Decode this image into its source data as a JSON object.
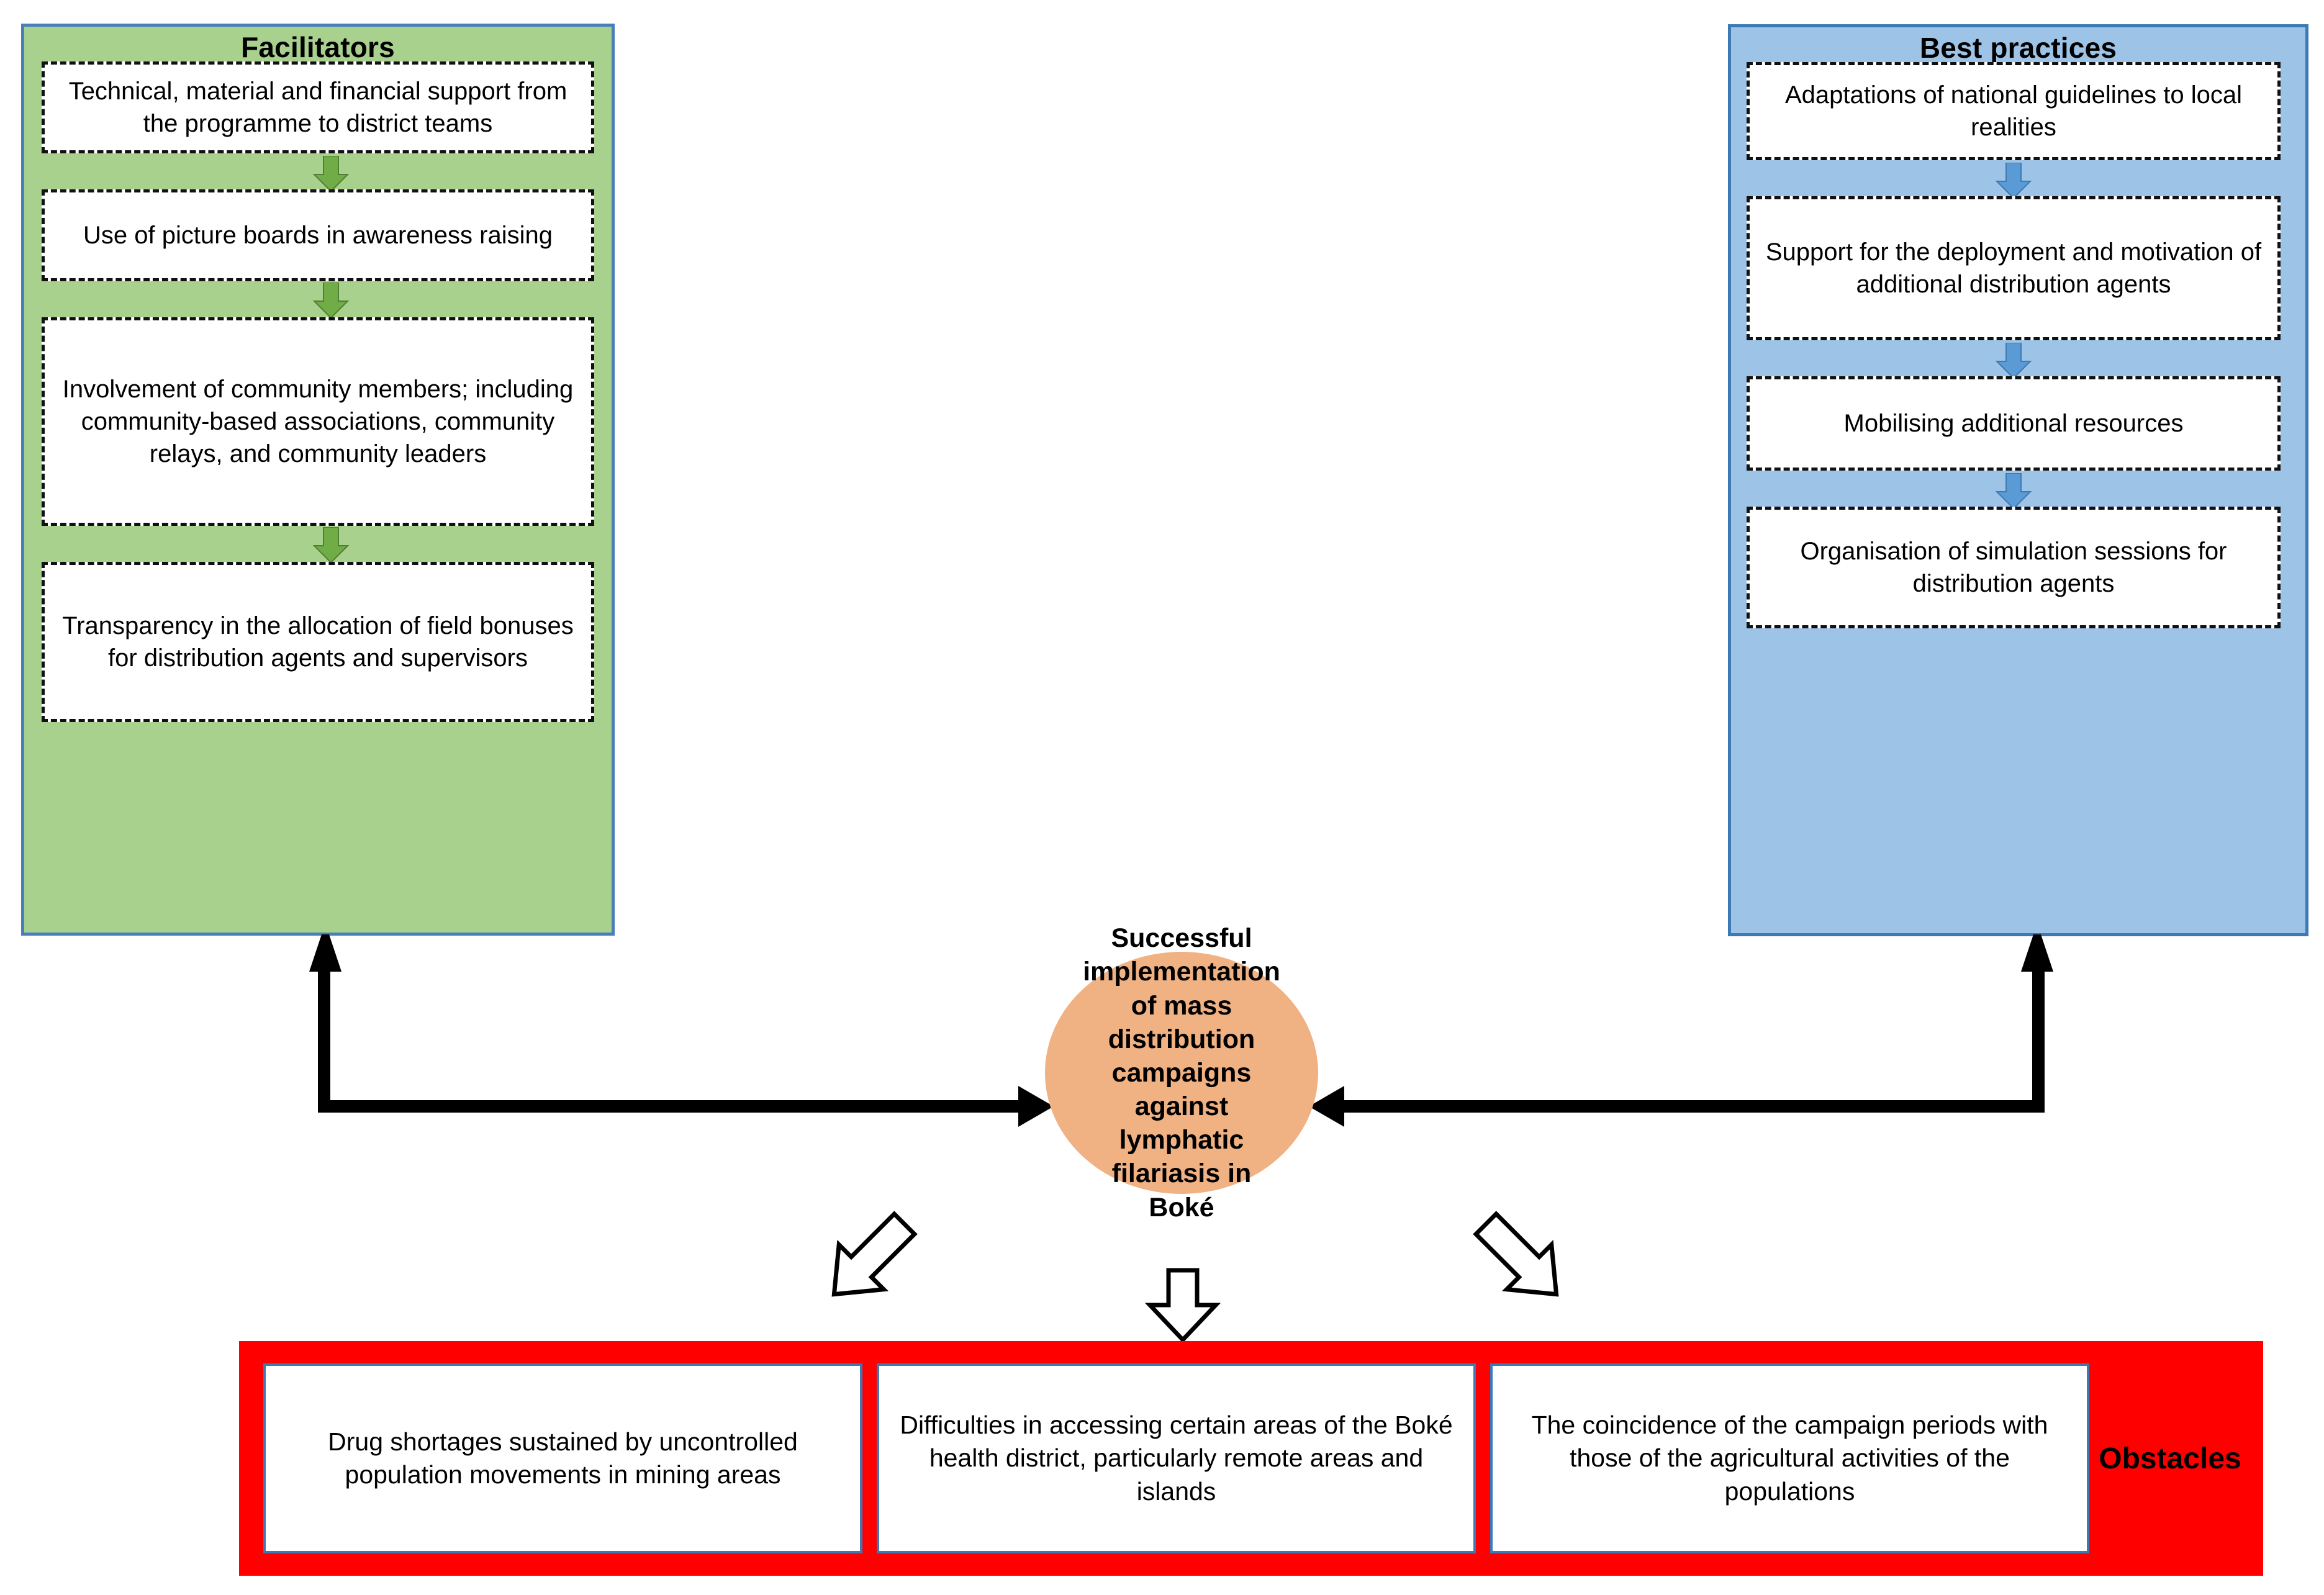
{
  "colors": {
    "facilitators_fill": "#A9D18E",
    "facilitators_border": "#4A7EBB",
    "bestpractices_fill": "#9DC3E6",
    "bestpractices_border": "#3D7AB5",
    "center_fill": "#F0B183",
    "obstacles_fill": "#FF0000",
    "box_fill": "#FFFFFF",
    "arrow_green": "#70AD47",
    "arrow_blue": "#5B9BD5",
    "connector_black": "#000000"
  },
  "facilitators": {
    "title": "Facilitators",
    "steps": [
      {
        "label": "Technical, material and financial support from the programme to district teams"
      },
      {
        "label": "Use of picture boards in awareness raising"
      },
      {
        "label": "Involvement of community members; including community-based associations, community relays, and community leaders"
      },
      {
        "label": "Transparency in the allocation of field bonuses for distribution agents and supervisors"
      }
    ]
  },
  "best_practices": {
    "title": "Best practices",
    "steps": [
      {
        "label": "Adaptations of national guidelines to local realities"
      },
      {
        "label": "Support for the deployment and motivation of additional distribution agents"
      },
      {
        "label": "Mobilising additional resources"
      },
      {
        "label": "Organisation of simulation sessions for distribution agents"
      }
    ]
  },
  "center": {
    "label": "Successful implementation of mass distribution campaigns against lymphatic filariasis in Boké"
  },
  "obstacles": {
    "title": "Obstacles",
    "items": [
      {
        "label": "Drug shortages sustained by uncontrolled population movements in mining areas"
      },
      {
        "label": "Difficulties in accessing certain areas of the Boké health district, particularly remote areas and islands"
      },
      {
        "label": "The coincidence of the campaign periods with those of the agricultural activities of the populations"
      }
    ]
  }
}
